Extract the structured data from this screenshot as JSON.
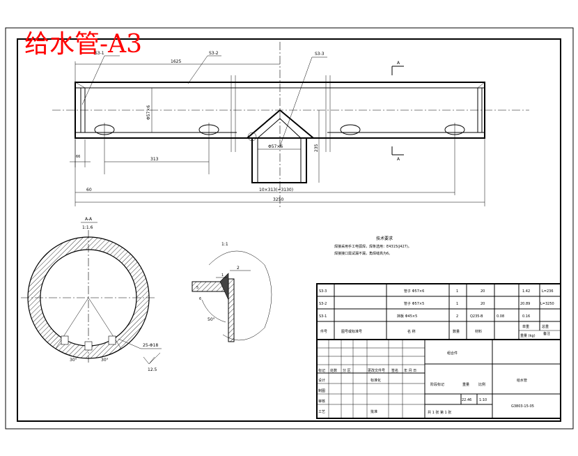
{
  "title": "给水管-A3",
  "main_view": {
    "labels": {
      "part1": "S3-1",
      "part2": "S3-2",
      "part3": "S3-3",
      "section_mark": "A"
    },
    "dims": {
      "len_1625": "1625",
      "dia_657": "Φ57×6",
      "dia_657b": "Φ57×6",
      "h_235": "235",
      "d_66": "66",
      "d_313": "313",
      "d_60": "60",
      "d_chain": "10×313(=3130)",
      "d_total": "3250"
    }
  },
  "section_view": {
    "label": "A-A",
    "scale": "1:1.6",
    "angle_left": "30°",
    "angle_right": "30°",
    "hole_note": "25-Φ18",
    "roughness": "12.5"
  },
  "detail_view": {
    "scale": "1:1",
    "dim_2": "2",
    "dim_1": "1",
    "dim_6": "6",
    "dim_5": "5",
    "angle": "50°"
  },
  "tech_req": {
    "heading": "技术要求",
    "line1": "焊接采用手工电弧焊，焊条选用：E4315(J427)。",
    "line2": "焊接接口需试漏不漏，角焊缝高为6。"
  },
  "parts_table": {
    "rows": [
      [
        "S3-3",
        "",
        "管子 Φ57×6",
        "1",
        "20",
        "",
        "1.42",
        "L=236"
      ],
      [
        "S3-2",
        "",
        "管子 Φ57×5",
        "1",
        "20",
        "",
        "20.89",
        "L=3250"
      ],
      [
        "S3-1",
        "",
        "挡板 Φ45×5",
        "2",
        "Q235-B",
        "0.08",
        "0.16",
        ""
      ]
    ],
    "header": [
      "件号",
      "图号或标准号",
      "名  称",
      "数量",
      "材料",
      "单重",
      "总重",
      "备注"
    ],
    "header_weight": "重量 (kg)"
  },
  "title_block": {
    "assembly": "组合件",
    "part_name": "给水管",
    "drawing_no": "G3803-15-05",
    "mark_label": "标记",
    "count_label": "处数",
    "zone_label": "分 区",
    "doc_label": "更改文件号",
    "sign_label": "签名",
    "date_label": "年 月 日",
    "design": "设计",
    "standard": "标准化",
    "draw": "制图",
    "check": "审核",
    "process": "工艺",
    "approve": "批准",
    "stage_label": "阶段标记",
    "weight_label": "重量",
    "scale_label": "比例",
    "weight_val": "22.46",
    "scale_val": "1:10",
    "sheet_info": "共  1  张  第  1  张"
  }
}
